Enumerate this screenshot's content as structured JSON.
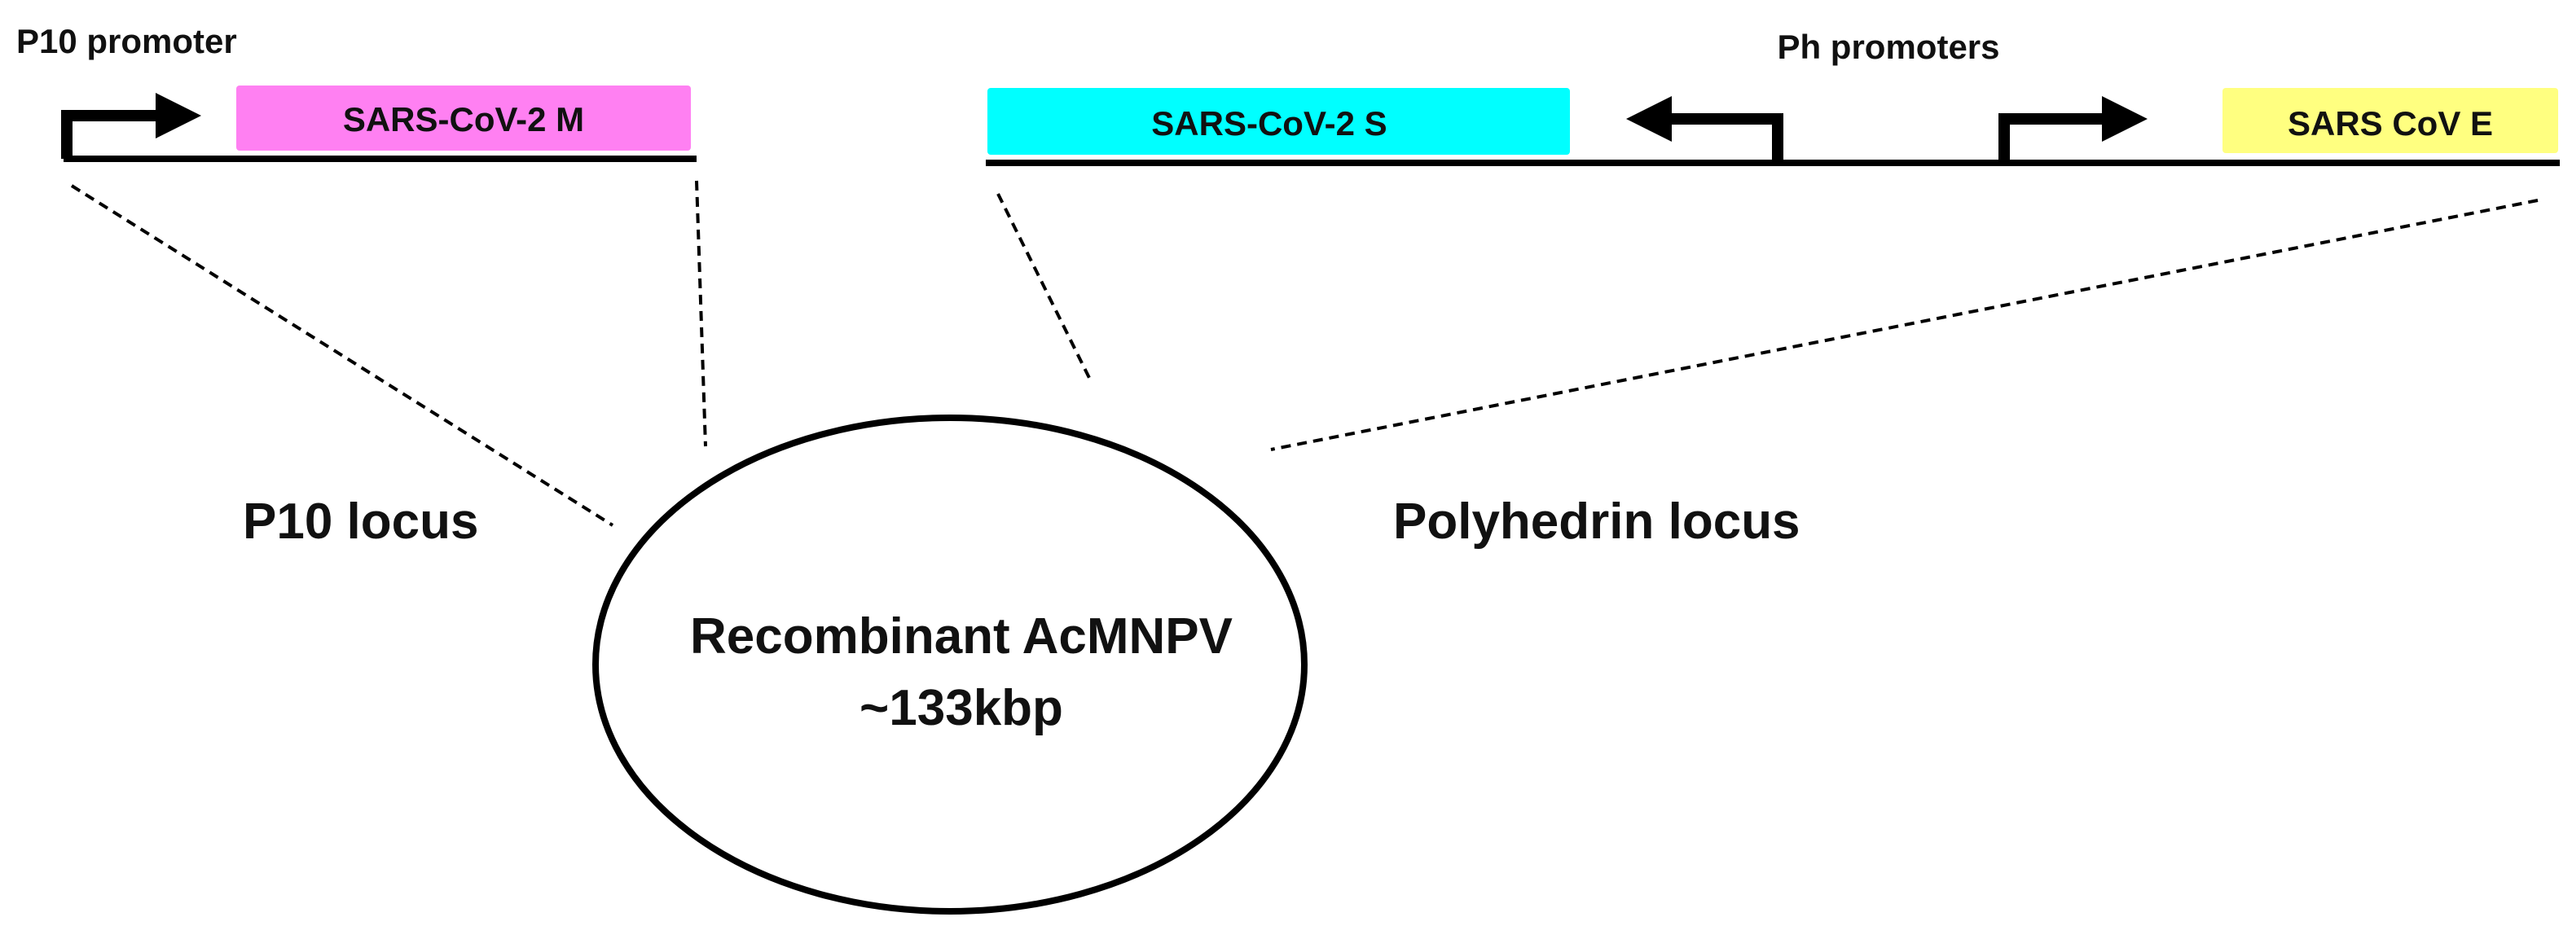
{
  "labels": {
    "p10_promoter": "P10 promoter",
    "ph_promoters": "Ph promoters",
    "p10_locus": "P10 locus",
    "polyhedrin_locus": "Polyhedrin locus",
    "genome_name": "Recombinant AcMNPV",
    "genome_size": "~133kbp"
  },
  "genes": [
    {
      "id": "M",
      "label": "SARS-CoV-2 M",
      "color": "#ff80f2"
    },
    {
      "id": "S",
      "label": "SARS-CoV-2 S",
      "color": "#00ffff"
    },
    {
      "id": "E",
      "label": "SARS CoV E",
      "color": "#ffff80"
    }
  ],
  "colors": {
    "line": "#000000",
    "text": "#111111"
  }
}
